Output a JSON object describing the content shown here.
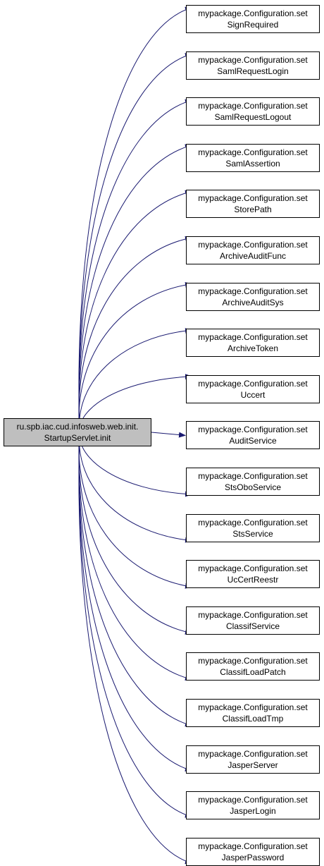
{
  "graph": {
    "edge_color": "#191970",
    "source": {
      "line1": "ru.spb.iac.cud.infosweb.web.init.",
      "line2": "StartupServlet.init",
      "fill": "#bfbfbf"
    },
    "targets": [
      {
        "line1": "mypackage.Configuration.set",
        "line2": "SignRequired"
      },
      {
        "line1": "mypackage.Configuration.set",
        "line2": "SamlRequestLogin"
      },
      {
        "line1": "mypackage.Configuration.set",
        "line2": "SamlRequestLogout"
      },
      {
        "line1": "mypackage.Configuration.set",
        "line2": "SamlAssertion"
      },
      {
        "line1": "mypackage.Configuration.set",
        "line2": "StorePath"
      },
      {
        "line1": "mypackage.Configuration.set",
        "line2": "ArchiveAuditFunc"
      },
      {
        "line1": "mypackage.Configuration.set",
        "line2": "ArchiveAuditSys"
      },
      {
        "line1": "mypackage.Configuration.set",
        "line2": "ArchiveToken"
      },
      {
        "line1": "mypackage.Configuration.set",
        "line2": "Uccert"
      },
      {
        "line1": "mypackage.Configuration.set",
        "line2": "AuditService"
      },
      {
        "line1": "mypackage.Configuration.set",
        "line2": "StsOboService"
      },
      {
        "line1": "mypackage.Configuration.set",
        "line2": "StsService"
      },
      {
        "line1": "mypackage.Configuration.set",
        "line2": "UcCertReestr"
      },
      {
        "line1": "mypackage.Configuration.set",
        "line2": "ClassifService"
      },
      {
        "line1": "mypackage.Configuration.set",
        "line2": "ClassifLoadPatch"
      },
      {
        "line1": "mypackage.Configuration.set",
        "line2": "ClassifLoadTmp"
      },
      {
        "line1": "mypackage.Configuration.set",
        "line2": "JasperServer"
      },
      {
        "line1": "mypackage.Configuration.set",
        "line2": "JasperLogin"
      },
      {
        "line1": "mypackage.Configuration.set",
        "line2": "JasperPassword"
      }
    ]
  }
}
